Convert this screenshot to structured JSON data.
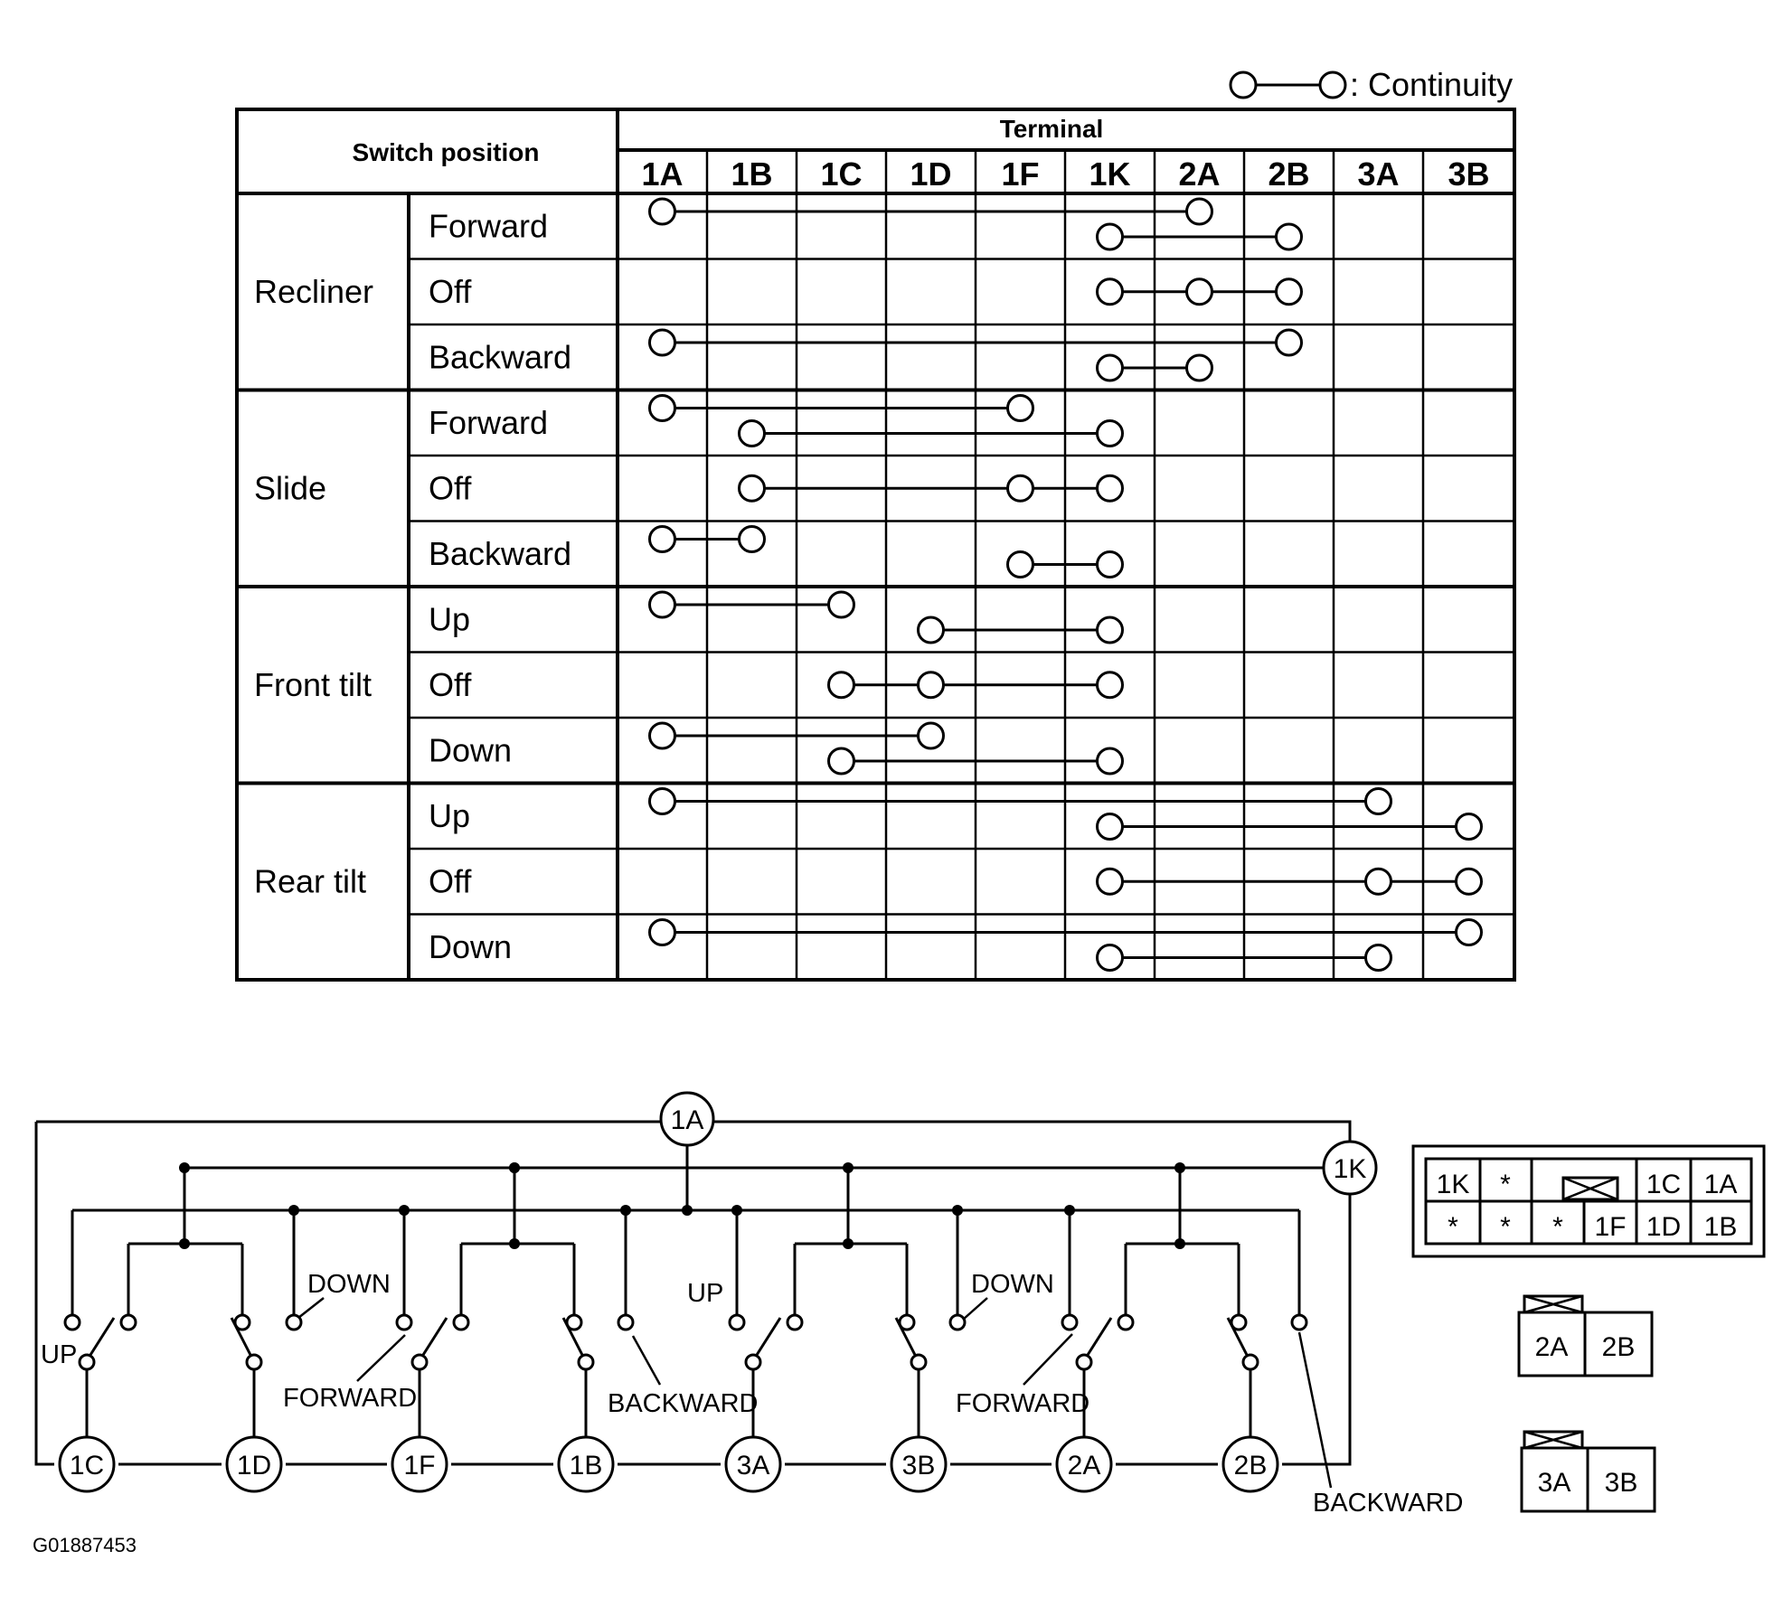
{
  "legend": {
    "continuity_label": ": Continuity"
  },
  "table": {
    "header_switch_position": "Switch position",
    "header_terminal": "Terminal",
    "terminals": [
      "1A",
      "1B",
      "1C",
      "1D",
      "1F",
      "1K",
      "2A",
      "2B",
      "3A",
      "3B"
    ],
    "groups": [
      {
        "name": "Recliner",
        "positions": [
          "Forward",
          "Off",
          "Backward"
        ]
      },
      {
        "name": "Slide",
        "positions": [
          "Forward",
          "Off",
          "Backward"
        ]
      },
      {
        "name": "Front tilt",
        "positions": [
          "Up",
          "Off",
          "Down"
        ]
      },
      {
        "name": "Rear tilt",
        "positions": [
          "Up",
          "Off",
          "Down"
        ]
      }
    ],
    "continuity": [
      [
        [
          [
            "1A",
            "2A"
          ],
          [
            "1K",
            "2B"
          ]
        ],
        [
          [
            "1K",
            "2A",
            "2B"
          ]
        ],
        [
          [
            "1A",
            "2B"
          ],
          [
            "1K",
            "2A"
          ]
        ]
      ],
      [
        [
          [
            "1A",
            "1F"
          ],
          [
            "1B",
            "1K"
          ]
        ],
        [
          [
            "1B",
            "1F",
            "1K"
          ]
        ],
        [
          [
            "1A",
            "1B"
          ],
          [
            "1F",
            "1K"
          ]
        ]
      ],
      [
        [
          [
            "1A",
            "1C"
          ],
          [
            "1D",
            "1K"
          ]
        ],
        [
          [
            "1C",
            "1D",
            "1K"
          ]
        ],
        [
          [
            "1A",
            "1D"
          ],
          [
            "1C",
            "1K"
          ]
        ]
      ],
      [
        [
          [
            "1A",
            "3A"
          ],
          [
            "1K",
            "3B"
          ]
        ],
        [
          [
            "1K",
            "3A",
            "3B"
          ]
        ],
        [
          [
            "1A",
            "3B"
          ],
          [
            "1K",
            "3A"
          ]
        ]
      ]
    ]
  },
  "circuit": {
    "top_terminals": [
      "1A",
      "1K"
    ],
    "bottom_terminals": [
      "1C",
      "1D",
      "1F",
      "1B",
      "3A",
      "3B",
      "2A",
      "2B"
    ],
    "labels": {
      "up_1": "UP",
      "down_1": "DOWN",
      "forward_1": "FORWARD",
      "backward_1": "BACKWARD",
      "up_2": "UP",
      "down_2": "DOWN",
      "forward_2": "FORWARD",
      "backward_2": "BACKWARD"
    }
  },
  "connectors": {
    "main": {
      "top_row": [
        "1K",
        "*",
        "",
        "1C",
        "1A"
      ],
      "bottom_row": [
        "*",
        "*",
        "*",
        "1F",
        "1D",
        "1B"
      ]
    },
    "connector_2": [
      "2A",
      "2B"
    ],
    "connector_3": [
      "3A",
      "3B"
    ]
  },
  "figure_id": "G01887453"
}
